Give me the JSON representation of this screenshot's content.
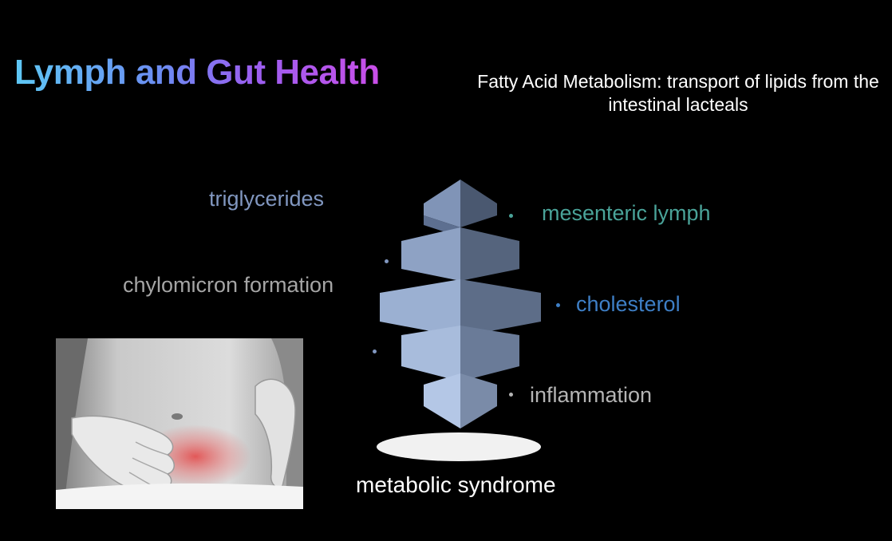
{
  "slide": {
    "title": "Lymph and Gut Health",
    "subtitle": "Fatty Acid Metabolism: transport of lipids from the intestinal lacteals"
  },
  "diagram": {
    "labels_left": [
      {
        "text": "triglycerides",
        "color": "#8197c0"
      },
      {
        "text": "chylomicron formation",
        "color": "#a5a5a5"
      }
    ],
    "labels_right": [
      {
        "text": "mesenteric lymph",
        "color": "#4aa399"
      },
      {
        "text": "cholesterol",
        "color": "#3e7fc6"
      },
      {
        "text": "inflammation",
        "color": "#b4b4b4"
      }
    ],
    "base_label": "metabolic syndrome",
    "photo_description_icon": "abdomen-pain-photo"
  }
}
